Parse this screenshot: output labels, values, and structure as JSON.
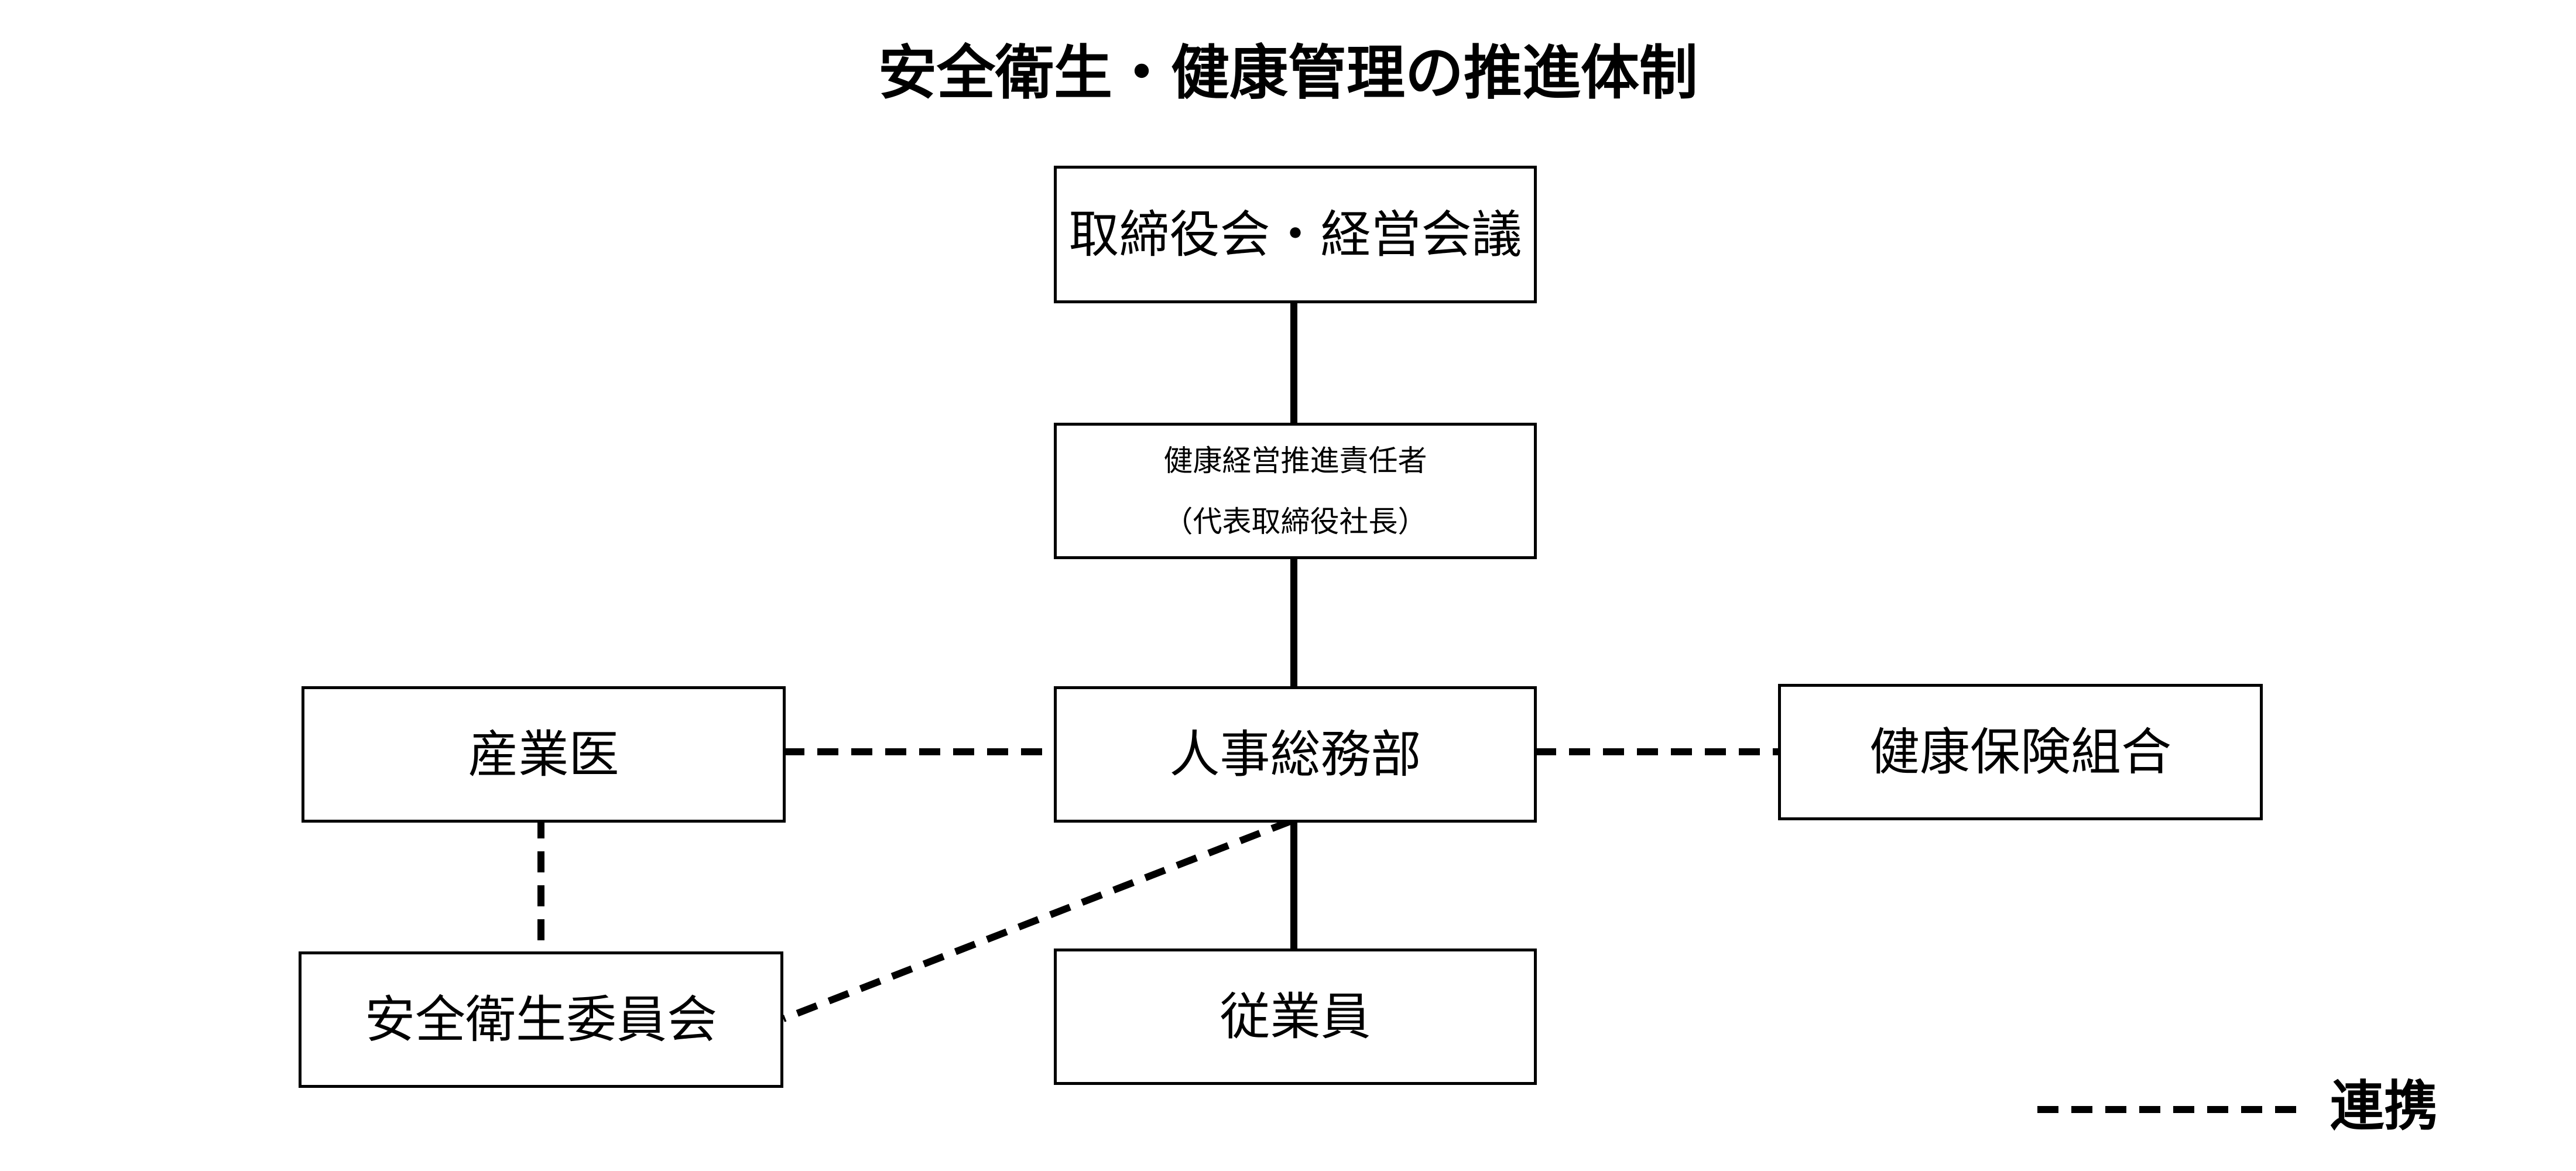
{
  "title": "安全衛生・健康管理の推進体制",
  "nodes": {
    "board": {
      "label": "取締役会・経営会議"
    },
    "health_officer": {
      "label_line1": "健康経営推進責任者",
      "label_line2": "（代表取締役社長）"
    },
    "hr": {
      "label": "人事総務部"
    },
    "doctor": {
      "label": "産業医"
    },
    "insurance": {
      "label": "健康保険組合"
    },
    "committee": {
      "label": "安全衛生委員会"
    },
    "employees": {
      "label": "従業員"
    }
  },
  "legend": {
    "dashed_label": "連携"
  },
  "colors": {
    "line": "#000000",
    "box_border": "#000000",
    "background": "#ffffff"
  }
}
